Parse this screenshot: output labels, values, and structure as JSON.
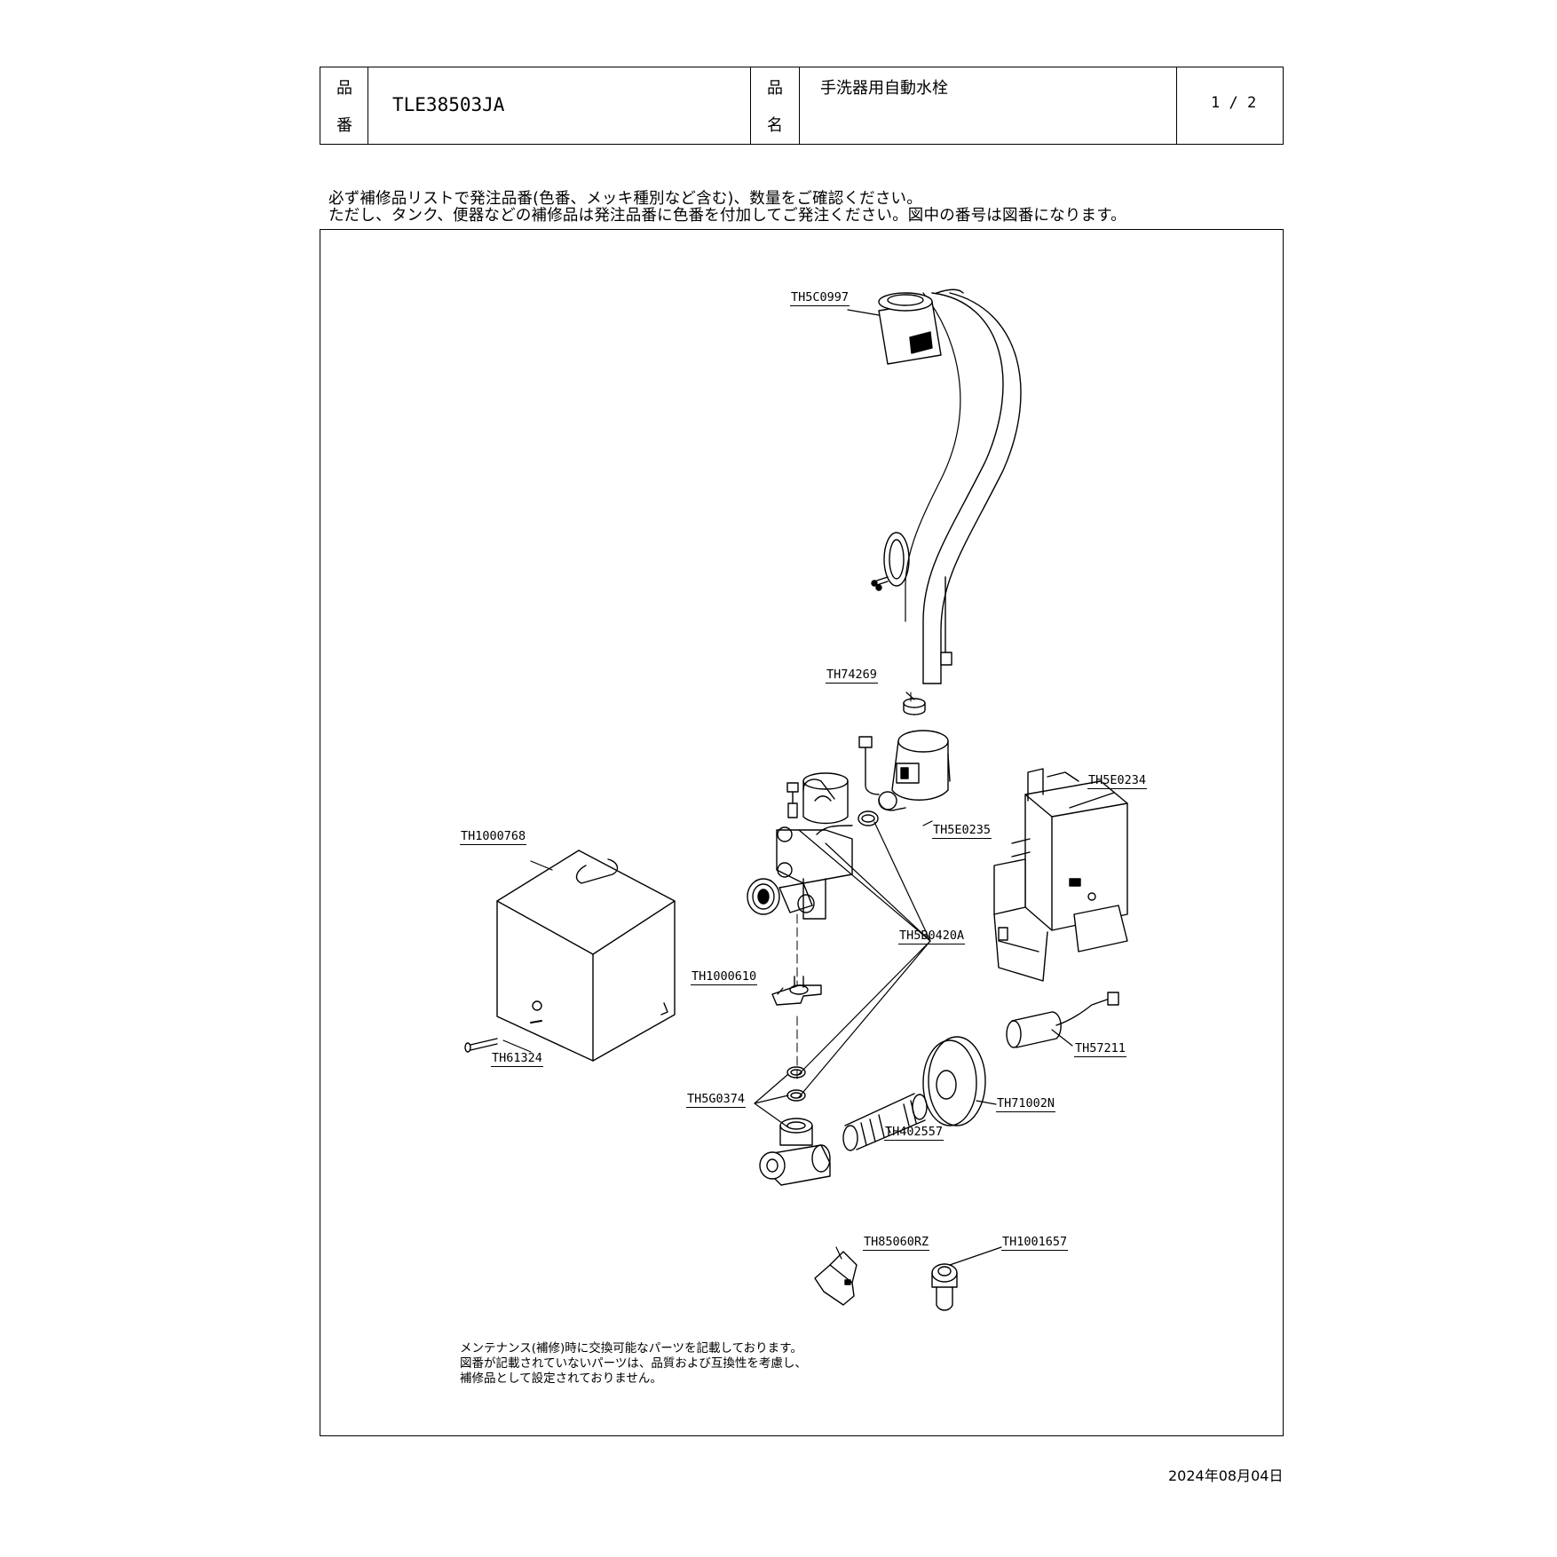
{
  "header": {
    "number_label": [
      "品",
      "番"
    ],
    "product_number": "TLE38503JA",
    "name_label": [
      "品",
      "名"
    ],
    "product_name": "手洗器用自動水栓",
    "page": "1 / 2"
  },
  "notes": [
    "必ず補修品リストで発注品番(色番、メッキ種別など含む)、数量をご確認ください。",
    "ただし、タンク、便器などの補修品は発注品番に色番を付加してご発注ください。図中の番号は図番になります。"
  ],
  "parts": {
    "spout_sensor": "TH5C0997",
    "nut": "TH74269",
    "solenoid_housing": "TH5E0235",
    "controller": "TH5E0234",
    "cover": "TH1000768",
    "valve_kit": "TH5B0420A",
    "clip": "TH1000610",
    "screw": "TH61324",
    "battery": "TH57211",
    "gasket": "TH5G0374",
    "escutcheon": "TH71002N",
    "nipple": "TH402557",
    "key": "TH85060RZ",
    "handle": "TH1001657"
  },
  "footnote": [
    "メンテナンス(補修)時に交換可能なパーツを記載しております。",
    "図番が記載されていないパーツは、品質および互換性を考慮し、",
    "補修品として設定されておりません。"
  ],
  "date": "2024年08月04日"
}
